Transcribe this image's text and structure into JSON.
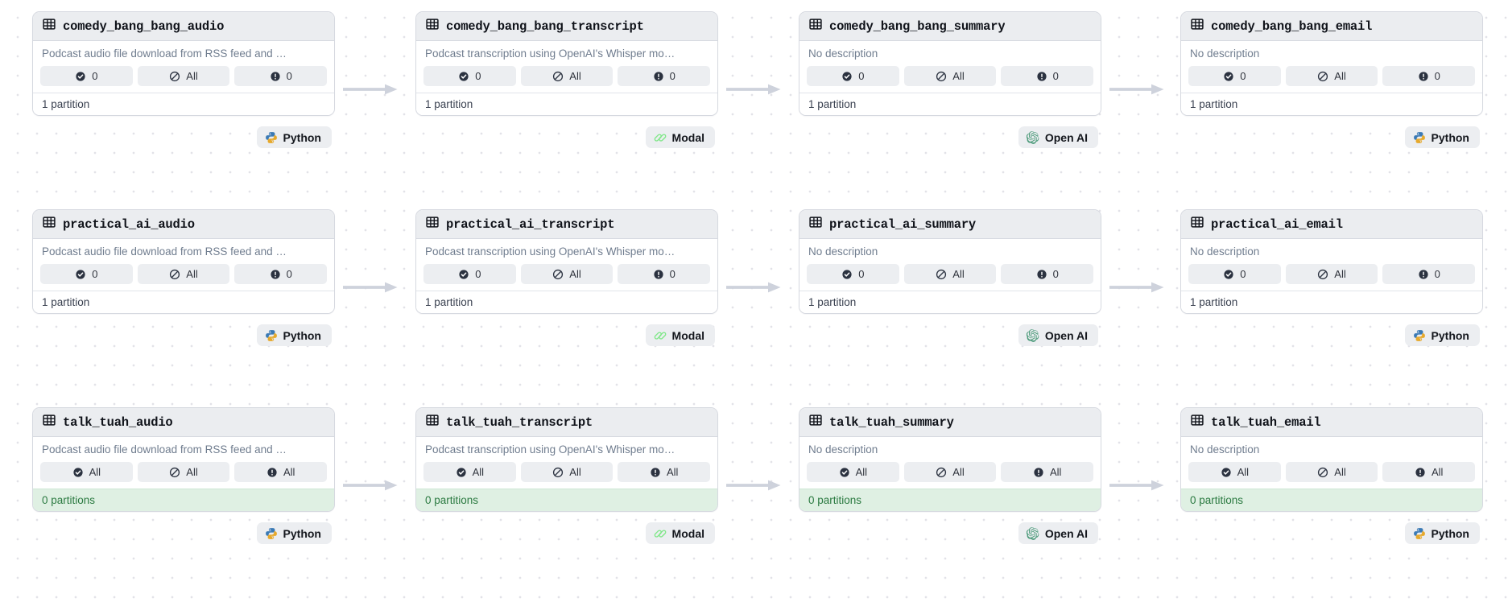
{
  "descriptions": {
    "audio": "Podcast audio file download from RSS feed and …",
    "transcript": "Podcast transcription using OpenAI's Whisper mo…",
    "none": "No description"
  },
  "colors": {
    "header_bg": "#ebedf0",
    "card_border": "#d6d9e0",
    "pill_bg": "#eceef1",
    "zero_footer_bg": "#dff0e3",
    "zero_footer_text": "#2b7a41",
    "dot_grid": "#e2e2e8",
    "arrow": "#ced2dc",
    "python_blue": "#3b7ab5",
    "python_yellow": "#e6a92c",
    "modal_green": "#7ee787",
    "openai_green": "#4c9a7a"
  },
  "icons": {
    "table": "table-icon",
    "check": "check-circle-icon",
    "slash": "slash-circle-icon",
    "alert": "alert-circle-icon",
    "python": "python-logo-icon",
    "modal": "modal-logo-icon",
    "openai": "openai-logo-icon"
  },
  "rows": [
    {
      "id": "comedy_bang_bang",
      "nodes": [
        {
          "title": "comedy_bang_bang_audio",
          "desc": "Podcast audio file download from RSS feed and …",
          "pills": [
            {
              "icon": "check-circle-icon",
              "value": "0"
            },
            {
              "icon": "slash-circle-icon",
              "value": "All"
            },
            {
              "icon": "alert-circle-icon",
              "value": "0"
            }
          ],
          "footer": "1 partition",
          "footer_zero": false,
          "tag": {
            "label": "Python",
            "icon": "python-logo-icon"
          }
        },
        {
          "title": "comedy_bang_bang_transcript",
          "desc": "Podcast transcription using OpenAI's Whisper mo…",
          "pills": [
            {
              "icon": "check-circle-icon",
              "value": "0"
            },
            {
              "icon": "slash-circle-icon",
              "value": "All"
            },
            {
              "icon": "alert-circle-icon",
              "value": "0"
            }
          ],
          "footer": "1 partition",
          "footer_zero": false,
          "tag": {
            "label": "Modal",
            "icon": "modal-logo-icon"
          }
        },
        {
          "title": "comedy_bang_bang_summary",
          "desc": "No description",
          "pills": [
            {
              "icon": "check-circle-icon",
              "value": "0"
            },
            {
              "icon": "slash-circle-icon",
              "value": "All"
            },
            {
              "icon": "alert-circle-icon",
              "value": "0"
            }
          ],
          "footer": "1 partition",
          "footer_zero": false,
          "tag": {
            "label": "Open AI",
            "icon": "openai-logo-icon"
          }
        },
        {
          "title": "comedy_bang_bang_email",
          "desc": "No description",
          "pills": [
            {
              "icon": "check-circle-icon",
              "value": "0"
            },
            {
              "icon": "slash-circle-icon",
              "value": "All"
            },
            {
              "icon": "alert-circle-icon",
              "value": "0"
            }
          ],
          "footer": "1 partition",
          "footer_zero": false,
          "tag": {
            "label": "Python",
            "icon": "python-logo-icon"
          }
        }
      ]
    },
    {
      "id": "practical_ai",
      "nodes": [
        {
          "title": "practical_ai_audio",
          "desc": "Podcast audio file download from RSS feed and …",
          "pills": [
            {
              "icon": "check-circle-icon",
              "value": "0"
            },
            {
              "icon": "slash-circle-icon",
              "value": "All"
            },
            {
              "icon": "alert-circle-icon",
              "value": "0"
            }
          ],
          "footer": "1 partition",
          "footer_zero": false,
          "tag": {
            "label": "Python",
            "icon": "python-logo-icon"
          }
        },
        {
          "title": "practical_ai_transcript",
          "desc": "Podcast transcription using OpenAI's Whisper mo…",
          "pills": [
            {
              "icon": "check-circle-icon",
              "value": "0"
            },
            {
              "icon": "slash-circle-icon",
              "value": "All"
            },
            {
              "icon": "alert-circle-icon",
              "value": "0"
            }
          ],
          "footer": "1 partition",
          "footer_zero": false,
          "tag": {
            "label": "Modal",
            "icon": "modal-logo-icon"
          }
        },
        {
          "title": "practical_ai_summary",
          "desc": "No description",
          "pills": [
            {
              "icon": "check-circle-icon",
              "value": "0"
            },
            {
              "icon": "slash-circle-icon",
              "value": "All"
            },
            {
              "icon": "alert-circle-icon",
              "value": "0"
            }
          ],
          "footer": "1 partition",
          "footer_zero": false,
          "tag": {
            "label": "Open AI",
            "icon": "openai-logo-icon"
          }
        },
        {
          "title": "practical_ai_email",
          "desc": "No description",
          "pills": [
            {
              "icon": "check-circle-icon",
              "value": "0"
            },
            {
              "icon": "slash-circle-icon",
              "value": "All"
            },
            {
              "icon": "alert-circle-icon",
              "value": "0"
            }
          ],
          "footer": "1 partition",
          "footer_zero": false,
          "tag": {
            "label": "Python",
            "icon": "python-logo-icon"
          }
        }
      ]
    },
    {
      "id": "talk_tuah",
      "nodes": [
        {
          "title": "talk_tuah_audio",
          "desc": "Podcast audio file download from RSS feed and …",
          "pills": [
            {
              "icon": "check-circle-icon",
              "value": "All"
            },
            {
              "icon": "slash-circle-icon",
              "value": "All"
            },
            {
              "icon": "alert-circle-icon",
              "value": "All"
            }
          ],
          "footer": "0 partitions",
          "footer_zero": true,
          "tag": {
            "label": "Python",
            "icon": "python-logo-icon"
          }
        },
        {
          "title": "talk_tuah_transcript",
          "desc": "Podcast transcription using OpenAI's Whisper mo…",
          "pills": [
            {
              "icon": "check-circle-icon",
              "value": "All"
            },
            {
              "icon": "slash-circle-icon",
              "value": "All"
            },
            {
              "icon": "alert-circle-icon",
              "value": "All"
            }
          ],
          "footer": "0 partitions",
          "footer_zero": true,
          "tag": {
            "label": "Modal",
            "icon": "modal-logo-icon"
          }
        },
        {
          "title": "talk_tuah_summary",
          "desc": "No description",
          "pills": [
            {
              "icon": "check-circle-icon",
              "value": "All"
            },
            {
              "icon": "slash-circle-icon",
              "value": "All"
            },
            {
              "icon": "alert-circle-icon",
              "value": "All"
            }
          ],
          "footer": "0 partitions",
          "footer_zero": true,
          "tag": {
            "label": "Open AI",
            "icon": "openai-logo-icon"
          }
        },
        {
          "title": "talk_tuah_email",
          "desc": "No description",
          "pills": [
            {
              "icon": "check-circle-icon",
              "value": "All"
            },
            {
              "icon": "slash-circle-icon",
              "value": "All"
            },
            {
              "icon": "alert-circle-icon",
              "value": "All"
            }
          ],
          "footer": "0 partitions",
          "footer_zero": true,
          "tag": {
            "label": "Python",
            "icon": "python-logo-icon"
          }
        }
      ]
    }
  ]
}
